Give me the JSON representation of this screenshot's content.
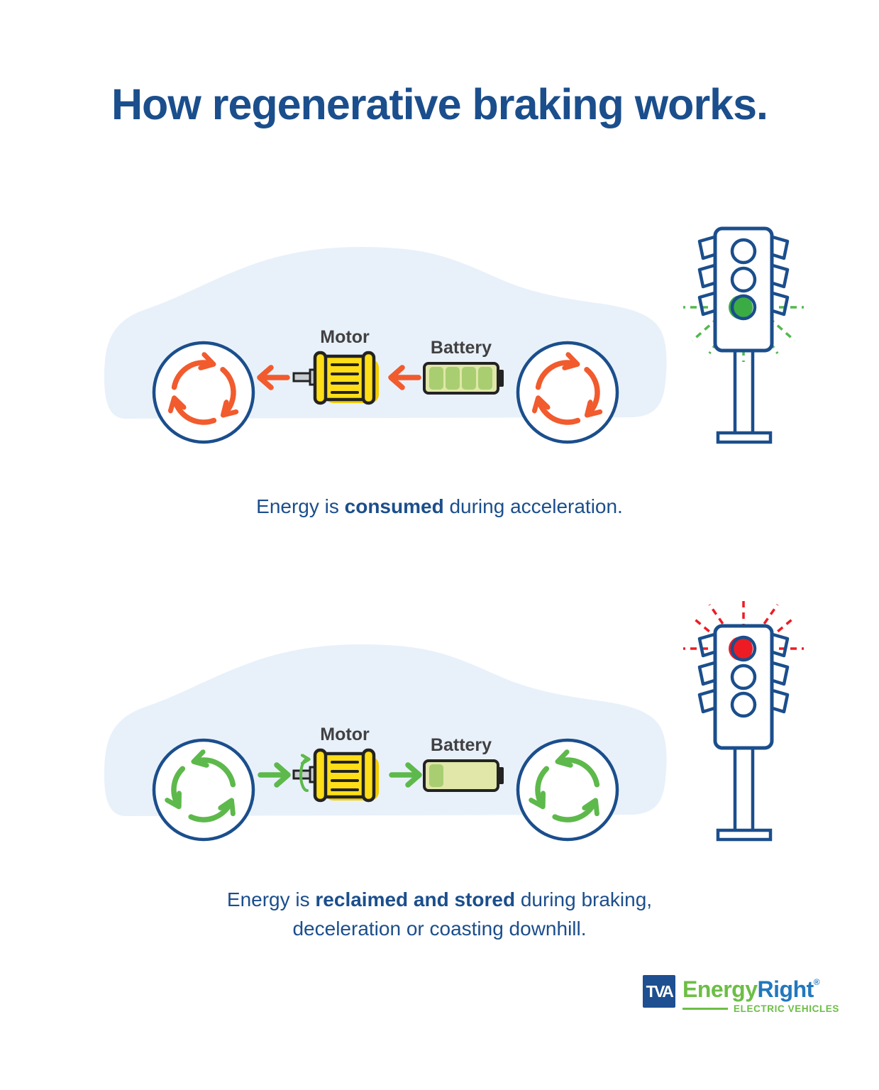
{
  "title": "How regenerative braking works.",
  "scenes": {
    "acceleration": {
      "motor_label": "Motor",
      "battery_label": "Battery",
      "battery_segments_total": 4,
      "battery_segments_filled": 4,
      "wheel_rotation": "clockwise",
      "energy_flow": "battery to motor to wheels (arrows point left)",
      "traffic_light_state": "green",
      "caption_prefix": "Energy is ",
      "caption_bold": "consumed",
      "caption_suffix": " during acceleration."
    },
    "braking": {
      "motor_label": "Motor",
      "battery_label": "Battery",
      "battery_segments_total": 4,
      "battery_segments_filled": 1,
      "wheel_rotation": "counterclockwise",
      "energy_flow": "wheels to motor to battery (arrows point right)",
      "traffic_light_state": "red",
      "caption_prefix": "Energy is ",
      "caption_bold": "reclaimed and stored",
      "caption_suffix": " during braking, deceleration or coasting downhill."
    }
  },
  "footer": {
    "tva": "TVA",
    "brand_energy": "Energy",
    "brand_right": "Right",
    "registered": "®",
    "tagline": "ELECTRIC VEHICLES"
  },
  "icons": [
    "car-silhouette",
    "wheel-rotation-arrows",
    "motor-icon",
    "battery-icon",
    "traffic-light-icon",
    "flow-arrow",
    "spin-arrow",
    "tva-logo"
  ],
  "colors": {
    "heading_blue": "#1B4E8C",
    "outline_blue": "#1B4E8C",
    "orange_arrows": "#F15B2D",
    "green_arrows": "#5DB94B",
    "signal_green": "#3BAC44",
    "signal_red": "#ED1C24",
    "car_body_blue": "#E8F1FA",
    "motor_yellow": "#FFDE17",
    "battery_cell_green": "#A9CE71",
    "battery_body_green": "#E0E7A9",
    "icon_outline": "#232323",
    "logo_navy": "#1D4F91",
    "logo_green": "#6CBE45",
    "logo_blue": "#2278BE"
  }
}
